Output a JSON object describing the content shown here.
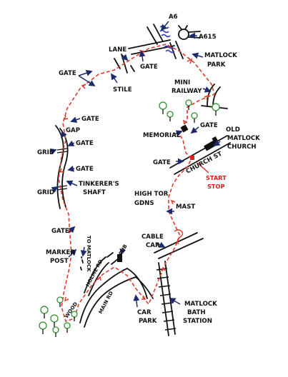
{
  "colors": {
    "route": "#e03a2b",
    "ink": "#111111",
    "arrow": "#1d2a6b",
    "water": "#3b3fb3",
    "tree": "#2f8f2f",
    "start_stop": "#e0201e"
  },
  "labels": {
    "a6": "A6",
    "a615": "A615",
    "lane": "LANE",
    "gate_top": "GATE",
    "matlock_park": [
      "MATLOCK",
      "PARK"
    ],
    "gate_left": "GATE",
    "stile": "STILE",
    "mini_railway": [
      "MINI",
      "RAILWAY"
    ],
    "gate_1": "GATE",
    "gap": "GAP",
    "grid_top": "GRID",
    "gate_2": "GATE",
    "memorial": "MEMORIAL",
    "gate_3": "GATE",
    "old_matlock_church": [
      "OLD",
      "MATLOCK",
      "CHURCH"
    ],
    "gate_4": "GATE",
    "gate_5": "GATE",
    "church_st": "CHURCH ST",
    "start_stop": [
      "START",
      "STOP"
    ],
    "grid_bottom": "GRID",
    "tinkerers_shaft": [
      "TINKERER'S",
      "SHAFT"
    ],
    "high_tor_gdns": [
      "HIGH TOR",
      "GDNS"
    ],
    "mast": "MAST",
    "gate_6": "GATE",
    "cable_car": [
      "CABLE",
      "CAR"
    ],
    "marker_post": [
      "MARKER",
      "POST"
    ],
    "to_matlock": "TO MATLOCK",
    "pub": "PUB",
    "holme_rd": "HOLME RD",
    "main_rd": "MAIN RD",
    "wood": "WOOD",
    "car_park": [
      "CAR",
      "PARK"
    ],
    "matlock_bath_station": [
      "MATLOCK",
      "BATH",
      "STATION"
    ]
  }
}
